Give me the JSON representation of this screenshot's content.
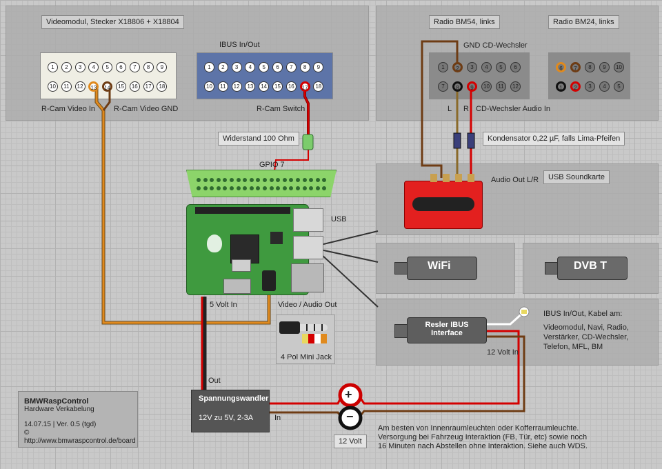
{
  "panels": {
    "videomodul": "Videomodul, Stecker X18806 + X18804",
    "radio_bm54": "Radio BM54, links",
    "radio_bm24": "Radio BM24, links",
    "usb_soundkarte": "USB Soundkarte"
  },
  "connectors": {
    "video_pins_top": [
      "1",
      "2",
      "3",
      "4",
      "5",
      "6",
      "7",
      "8",
      "9"
    ],
    "video_pins_bottom": [
      "10",
      "11",
      "12",
      "13",
      "14",
      "15",
      "16",
      "17",
      "18"
    ],
    "ibus_title": "IBUS In/Out",
    "ibus_pins_top": [
      "1",
      "2",
      "3",
      "4",
      "5",
      "6",
      "7",
      "8",
      "9"
    ],
    "ibus_pins_bottom": [
      "10",
      "11",
      "12",
      "13",
      "14",
      "15",
      "16",
      "17",
      "18"
    ],
    "bm54_pins_top": [
      "1",
      "2",
      "3",
      "4",
      "5",
      "6"
    ],
    "bm54_pins_bottom": [
      "7",
      "8",
      "9",
      "10",
      "11",
      "12"
    ],
    "bm24_pins_top": [
      "6",
      "7",
      "8",
      "9",
      "10"
    ],
    "bm24_pins_bottom": [
      "1",
      "2",
      "3",
      "4",
      "5"
    ]
  },
  "labels": {
    "rcam_video_in": "R-Cam Video In",
    "rcam_video_gnd": "R-Cam Video GND",
    "rcam_switch": "R-Cam Switch",
    "gnd_cd": "GND CD-Wechsler",
    "l": "L",
    "r": "R",
    "cd_audio_in": "CD-Wechsler Audio In",
    "widerstand": "Widerstand 100 Ohm",
    "kondensator": "Kondensator 0,22 µF, falls Lima-Pfeifen",
    "gpio7": "GPIO 7",
    "audio_out_lr": "Audio Out L/R",
    "usb": "USB",
    "five_volt_in": "5 Volt In",
    "video_audio_out": "Video / Audio Out",
    "four_pol_jack": "4 Pol Mini Jack",
    "out": "Out",
    "in": "In",
    "twelve_volt_in": "12 Volt In",
    "twelve_volt": "12 Volt",
    "plus": "+",
    "minus": "−",
    "wifi": "WiFi",
    "dvbt": "DVB T"
  },
  "resler": {
    "line1": "Resler IBUS",
    "line2": "Interface"
  },
  "ibus_note": [
    "IBUS In/Out, Kabel am:",
    "Videomodul, Navi, Radio,",
    "Verstärker, CD-Wechsler,",
    "Telefon, MFL, BM"
  ],
  "converter": {
    "title": "Spannungswandler",
    "spec": "12V zu 5V, 2-3A"
  },
  "footnote": [
    "Am besten von Innenraumleuchten oder Kofferraumleuchte.",
    "Versorgung bei Fahrzeug Interaktion (FB, Tür, etc) sowie noch",
    "16 Minuten nach Abstellen ohne Interaktion. Siehe auch WDS."
  ],
  "infobox": {
    "title": "BMWRaspControl",
    "subtitle": "Hardware Verkabelung",
    "version": "14.07.15 | Ver. 0.5 (tgd)",
    "url": "© http://www.bmwraspcontrol.de/board"
  },
  "colors": {
    "orange_wire": "#e08a1e",
    "brown_wire": "#6e3c14",
    "red_wire": "#d40000",
    "soundcard": "#e3201f",
    "gpio_board": "#8cd46a",
    "pi_board": "#3f9a3f",
    "ibus_connector": "#5d74a8"
  }
}
